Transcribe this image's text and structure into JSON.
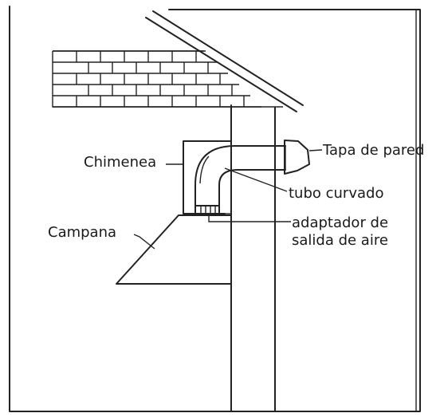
{
  "labels": {
    "chimenea": "Chimenea",
    "campana": "Campana",
    "tapa_de_pared": "Tapa de pared",
    "tubo_curvado": "tubo curvado",
    "adaptador_line1": "adaptador de",
    "adaptador_line2": "salida de aire"
  },
  "colors": {
    "line": "#222222",
    "background": "#ffffff"
  }
}
